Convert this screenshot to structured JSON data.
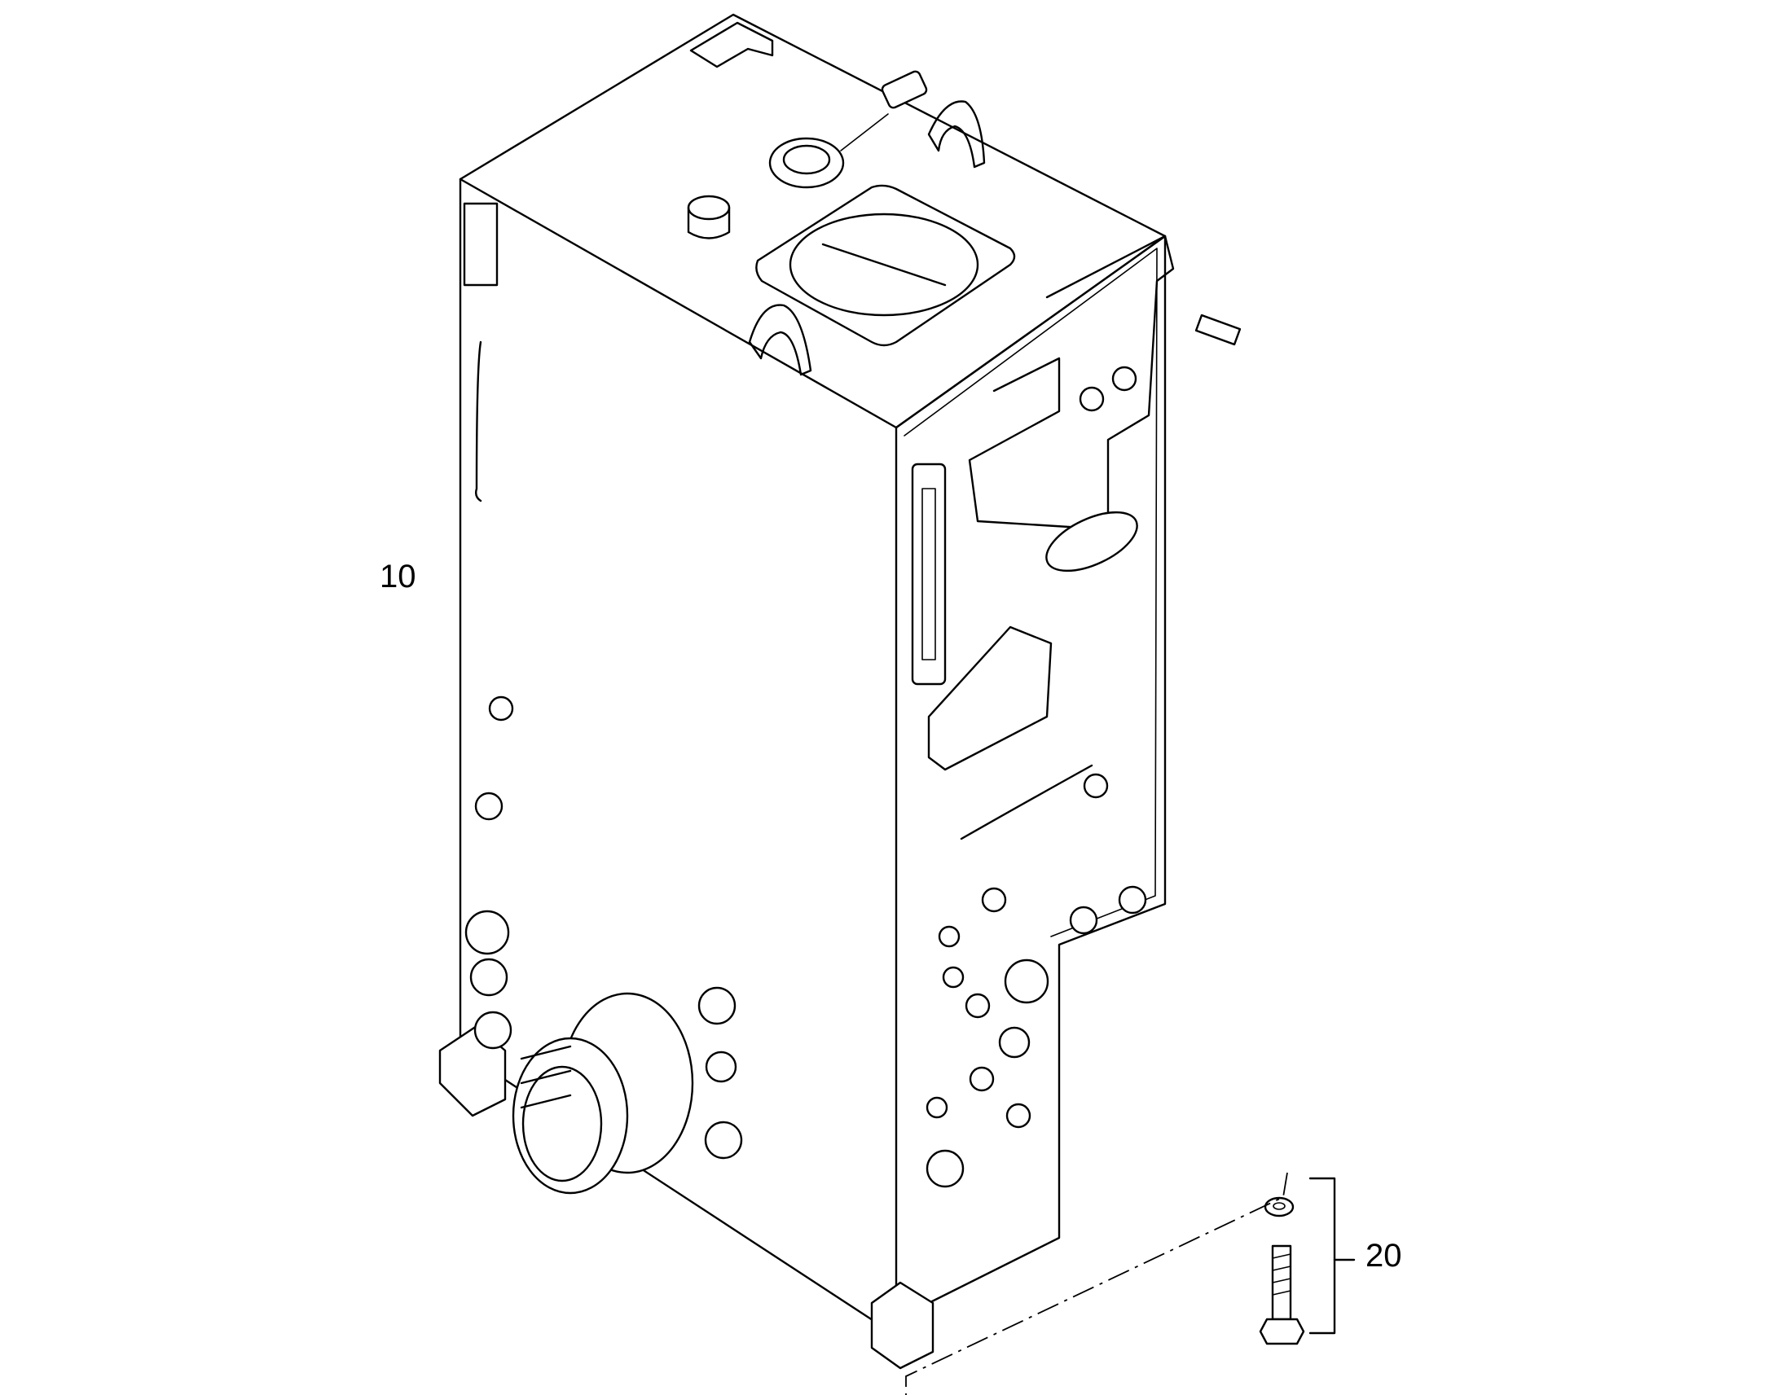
{
  "drawing": {
    "callouts": [
      {
        "id": "10",
        "label": "10"
      },
      {
        "id": "20",
        "label": "20"
      }
    ],
    "line_color": "#000000",
    "background": "#ffffff"
  }
}
